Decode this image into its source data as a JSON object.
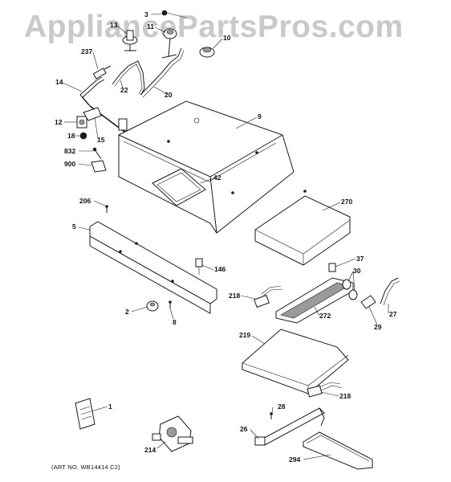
{
  "watermark": "AppliancePartsPros.com",
  "art_number": "(ART NO. WB14414 C2)",
  "callouts": [
    {
      "id": "c3",
      "label": "3"
    },
    {
      "id": "c13",
      "label": "13"
    },
    {
      "id": "c11",
      "label": "11"
    },
    {
      "id": "c10",
      "label": "10"
    },
    {
      "id": "c237",
      "label": "237"
    },
    {
      "id": "c22",
      "label": "22"
    },
    {
      "id": "c14",
      "label": "14"
    },
    {
      "id": "c20",
      "label": "20"
    },
    {
      "id": "c9",
      "label": "9"
    },
    {
      "id": "c12",
      "label": "12"
    },
    {
      "id": "c15",
      "label": "15"
    },
    {
      "id": "c18",
      "label": "18"
    },
    {
      "id": "c832",
      "label": "832"
    },
    {
      "id": "c900",
      "label": "900"
    },
    {
      "id": "c42",
      "label": "42"
    },
    {
      "id": "c206",
      "label": "206"
    },
    {
      "id": "c270",
      "label": "270"
    },
    {
      "id": "c5",
      "label": "5"
    },
    {
      "id": "c146",
      "label": "146"
    },
    {
      "id": "c37",
      "label": "37"
    },
    {
      "id": "c30",
      "label": "30"
    },
    {
      "id": "c218a",
      "label": "218"
    },
    {
      "id": "c272",
      "label": "272"
    },
    {
      "id": "c27",
      "label": "27"
    },
    {
      "id": "c29",
      "label": "29"
    },
    {
      "id": "c2",
      "label": "2"
    },
    {
      "id": "c8",
      "label": "8"
    },
    {
      "id": "c219",
      "label": "219"
    },
    {
      "id": "c218b",
      "label": "218"
    },
    {
      "id": "c1",
      "label": "1"
    },
    {
      "id": "c28",
      "label": "28"
    },
    {
      "id": "c214",
      "label": "214"
    },
    {
      "id": "c26",
      "label": "26"
    },
    {
      "id": "c294",
      "label": "294"
    }
  ]
}
